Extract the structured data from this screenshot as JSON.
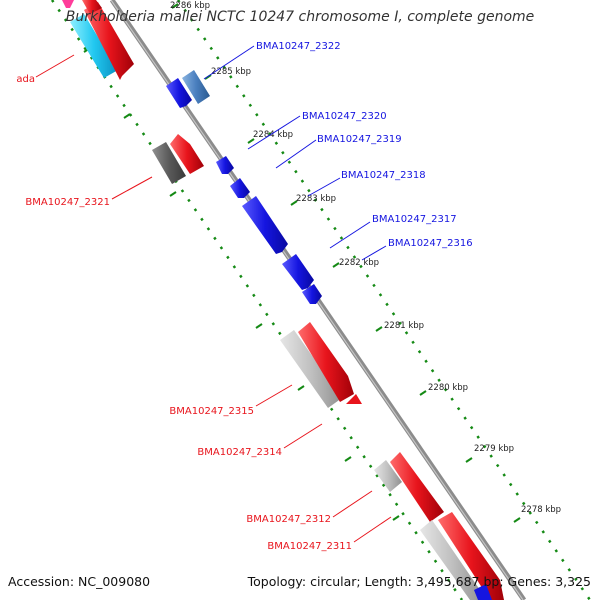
{
  "title": "Burkholderia mallei NCTC 10247 chromosome I, complete genome",
  "footer": {
    "accession": "Accession: NC_009080",
    "summary": "Topology: circular; Length: 3,495,687 bp; Genes: 3,325"
  },
  "colors": {
    "forward_gene": "#e8141c",
    "reverse_gene": "#1515e0",
    "pseudogene": "#c0c0c0",
    "tick_marks": "#158a15",
    "backbone": "#8c8c8c"
  },
  "scale_ticks": [
    "2286 kbp",
    "2285 kbp",
    "2284 kbp",
    "2283 kbp",
    "2282 kbp",
    "2281 kbp",
    "2280 kbp",
    "2279 kbp",
    "2278 kbp"
  ],
  "gene_labels": {
    "right": [
      "BMA10247_2322",
      "BMA10247_2320",
      "BMA10247_2319",
      "BMA10247_2318",
      "BMA10247_2317",
      "BMA10247_2316"
    ],
    "left": [
      "ada",
      "BMA10247_2321",
      "BMA10247_2315",
      "BMA10247_2314",
      "BMA10247_2312",
      "BMA10247_2311"
    ]
  }
}
